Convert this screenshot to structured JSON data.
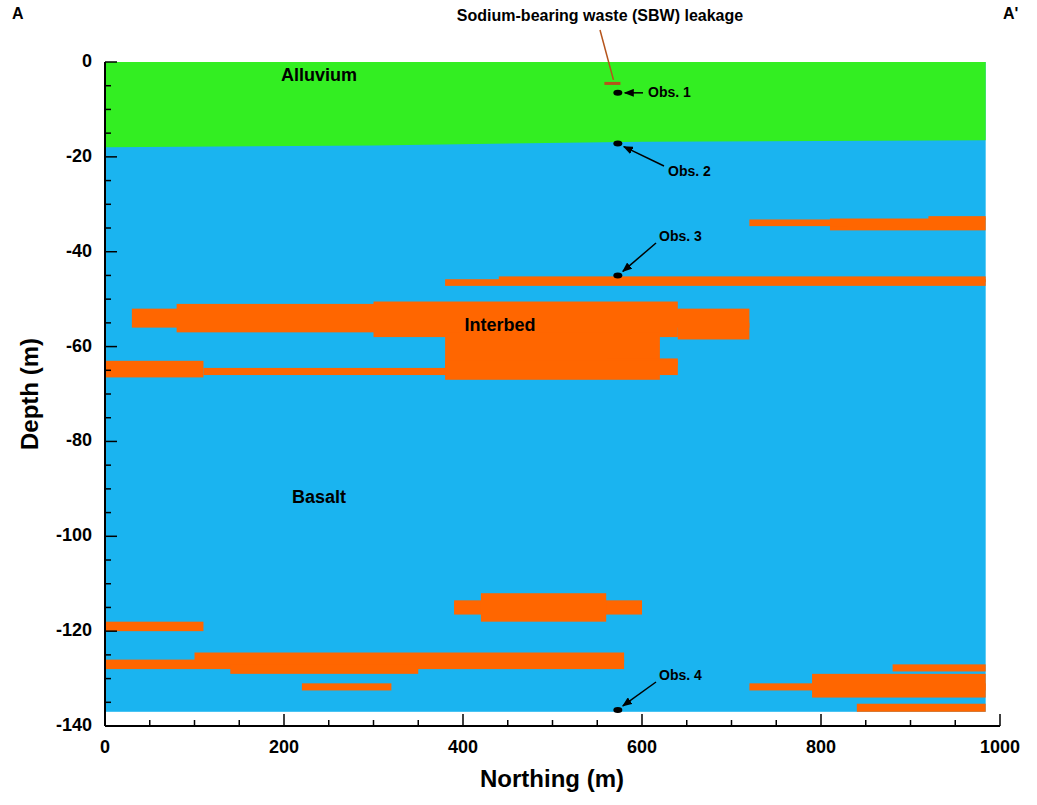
{
  "diagram": {
    "labels": [
      "Sodium-bearing waste (SBW) leakage",
      "A",
      "A'",
      "Alluvium",
      "Obs. 1",
      "Obs. 2",
      "Obs. 3",
      "Interbed",
      "Basalt",
      "Obs. 4",
      "0",
      "-20",
      "-40",
      "-60",
      "-80",
      "-100",
      "-120",
      "-140",
      "Depth (m)",
      "0",
      "200",
      "400",
      "600",
      "800",
      "1000",
      "Northing (m)"
    ]
  }
}
